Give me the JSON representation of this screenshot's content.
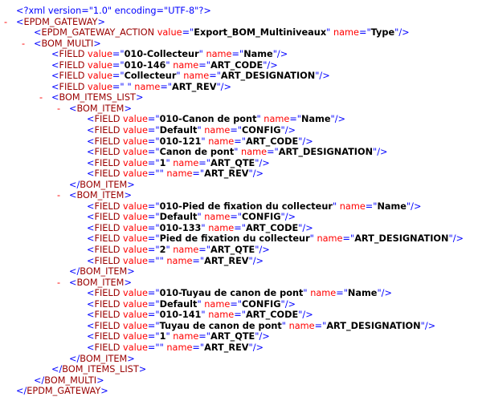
{
  "document": {
    "lines": [
      {
        "depth": 0,
        "toggle": "",
        "kind": "pi",
        "text": "<?xml version=\"1.0\" encoding=\"UTF-8\"?>"
      },
      {
        "depth": 0,
        "toggle": "-",
        "kind": "open",
        "tag": "EPDM_GATEWAY",
        "attrs": []
      },
      {
        "depth": 1,
        "toggle": "",
        "kind": "empty",
        "tag": "EPDM_GATEWAY_ACTION",
        "attrs": [
          {
            "name": "value",
            "value": "Export_BOM_Multiniveaux"
          },
          {
            "name": "name",
            "value": "Type"
          }
        ]
      },
      {
        "depth": 1,
        "toggle": "-",
        "kind": "open",
        "tag": "BOM_MULTI",
        "attrs": []
      },
      {
        "depth": 2,
        "toggle": "",
        "kind": "empty",
        "tag": "FIELD",
        "attrs": [
          {
            "name": "value",
            "value": "010-Collecteur"
          },
          {
            "name": "name",
            "value": "Name"
          }
        ]
      },
      {
        "depth": 2,
        "toggle": "",
        "kind": "empty",
        "tag": "FIELD",
        "attrs": [
          {
            "name": "value",
            "value": "010-146"
          },
          {
            "name": "name",
            "value": "ART_CODE"
          }
        ]
      },
      {
        "depth": 2,
        "toggle": "",
        "kind": "empty",
        "tag": "FIELD",
        "attrs": [
          {
            "name": "value",
            "value": "Collecteur"
          },
          {
            "name": "name",
            "value": "ART_DESIGNATION"
          }
        ]
      },
      {
        "depth": 2,
        "toggle": "",
        "kind": "empty",
        "tag": "FIELD",
        "attrs": [
          {
            "name": "value",
            "value": " "
          },
          {
            "name": "name",
            "value": "ART_REV"
          }
        ]
      },
      {
        "depth": 2,
        "toggle": "-",
        "kind": "open",
        "tag": "BOM_ITEMS_LIST",
        "attrs": []
      },
      {
        "depth": 3,
        "toggle": "-",
        "kind": "open",
        "tag": "BOM_ITEM",
        "attrs": []
      },
      {
        "depth": 4,
        "toggle": "",
        "kind": "empty",
        "tag": "FIELD",
        "attrs": [
          {
            "name": "value",
            "value": "010-Canon de pont"
          },
          {
            "name": "name",
            "value": "Name"
          }
        ]
      },
      {
        "depth": 4,
        "toggle": "",
        "kind": "empty",
        "tag": "FIELD",
        "attrs": [
          {
            "name": "value",
            "value": "Default"
          },
          {
            "name": "name",
            "value": "CONFIG"
          }
        ]
      },
      {
        "depth": 4,
        "toggle": "",
        "kind": "empty",
        "tag": "FIELD",
        "attrs": [
          {
            "name": "value",
            "value": "010-121"
          },
          {
            "name": "name",
            "value": "ART_CODE"
          }
        ]
      },
      {
        "depth": 4,
        "toggle": "",
        "kind": "empty",
        "tag": "FIELD",
        "attrs": [
          {
            "name": "value",
            "value": "Canon de pont"
          },
          {
            "name": "name",
            "value": "ART_DESIGNATION"
          }
        ]
      },
      {
        "depth": 4,
        "toggle": "",
        "kind": "empty",
        "tag": "FIELD",
        "attrs": [
          {
            "name": "value",
            "value": "1"
          },
          {
            "name": "name",
            "value": "ART_QTE"
          }
        ]
      },
      {
        "depth": 4,
        "toggle": "",
        "kind": "empty",
        "tag": "FIELD",
        "attrs": [
          {
            "name": "value",
            "value": ""
          },
          {
            "name": "name",
            "value": "ART_REV"
          }
        ]
      },
      {
        "depth": 3,
        "toggle": "",
        "kind": "close",
        "tag": "BOM_ITEM",
        "attrs": []
      },
      {
        "depth": 3,
        "toggle": "-",
        "kind": "open",
        "tag": "BOM_ITEM",
        "attrs": []
      },
      {
        "depth": 4,
        "toggle": "",
        "kind": "empty",
        "tag": "FIELD",
        "attrs": [
          {
            "name": "value",
            "value": "010-Pied de fixation du collecteur"
          },
          {
            "name": "name",
            "value": "Name"
          }
        ]
      },
      {
        "depth": 4,
        "toggle": "",
        "kind": "empty",
        "tag": "FIELD",
        "attrs": [
          {
            "name": "value",
            "value": "Default"
          },
          {
            "name": "name",
            "value": "CONFIG"
          }
        ]
      },
      {
        "depth": 4,
        "toggle": "",
        "kind": "empty",
        "tag": "FIELD",
        "attrs": [
          {
            "name": "value",
            "value": "010-133"
          },
          {
            "name": "name",
            "value": "ART_CODE"
          }
        ]
      },
      {
        "depth": 4,
        "toggle": "",
        "kind": "empty",
        "tag": "FIELD",
        "attrs": [
          {
            "name": "value",
            "value": "Pied de fixation du collecteur"
          },
          {
            "name": "name",
            "value": "ART_DESIGNATION"
          }
        ]
      },
      {
        "depth": 4,
        "toggle": "",
        "kind": "empty",
        "tag": "FIELD",
        "attrs": [
          {
            "name": "value",
            "value": "2"
          },
          {
            "name": "name",
            "value": "ART_QTE"
          }
        ]
      },
      {
        "depth": 4,
        "toggle": "",
        "kind": "empty",
        "tag": "FIELD",
        "attrs": [
          {
            "name": "value",
            "value": ""
          },
          {
            "name": "name",
            "value": "ART_REV"
          }
        ]
      },
      {
        "depth": 3,
        "toggle": "",
        "kind": "close",
        "tag": "BOM_ITEM",
        "attrs": []
      },
      {
        "depth": 3,
        "toggle": "-",
        "kind": "open",
        "tag": "BOM_ITEM",
        "attrs": []
      },
      {
        "depth": 4,
        "toggle": "",
        "kind": "empty",
        "tag": "FIELD",
        "attrs": [
          {
            "name": "value",
            "value": "010-Tuyau de canon de pont"
          },
          {
            "name": "name",
            "value": "Name"
          }
        ]
      },
      {
        "depth": 4,
        "toggle": "",
        "kind": "empty",
        "tag": "FIELD",
        "attrs": [
          {
            "name": "value",
            "value": "Default"
          },
          {
            "name": "name",
            "value": "CONFIG"
          }
        ]
      },
      {
        "depth": 4,
        "toggle": "",
        "kind": "empty",
        "tag": "FIELD",
        "attrs": [
          {
            "name": "value",
            "value": "010-141"
          },
          {
            "name": "name",
            "value": "ART_CODE"
          }
        ]
      },
      {
        "depth": 4,
        "toggle": "",
        "kind": "empty",
        "tag": "FIELD",
        "attrs": [
          {
            "name": "value",
            "value": "Tuyau de canon de pont"
          },
          {
            "name": "name",
            "value": "ART_DESIGNATION"
          }
        ]
      },
      {
        "depth": 4,
        "toggle": "",
        "kind": "empty",
        "tag": "FIELD",
        "attrs": [
          {
            "name": "value",
            "value": "1"
          },
          {
            "name": "name",
            "value": "ART_QTE"
          }
        ]
      },
      {
        "depth": 4,
        "toggle": "",
        "kind": "empty",
        "tag": "FIELD",
        "attrs": [
          {
            "name": "value",
            "value": ""
          },
          {
            "name": "name",
            "value": "ART_REV"
          }
        ]
      },
      {
        "depth": 3,
        "toggle": "",
        "kind": "close",
        "tag": "BOM_ITEM",
        "attrs": []
      },
      {
        "depth": 2,
        "toggle": "",
        "kind": "close",
        "tag": "BOM_ITEMS_LIST",
        "attrs": []
      },
      {
        "depth": 1,
        "toggle": "",
        "kind": "close",
        "tag": "BOM_MULTI",
        "attrs": []
      },
      {
        "depth": 0,
        "toggle": "",
        "kind": "close",
        "tag": "EPDM_GATEWAY",
        "attrs": []
      }
    ]
  },
  "colors": {
    "background": "#ffffff",
    "bracket": "#0000ff",
    "tag_name": "#990000",
    "attr_name": "#ff0000",
    "attr_value": "#000000",
    "toggle": "#ff0000"
  }
}
